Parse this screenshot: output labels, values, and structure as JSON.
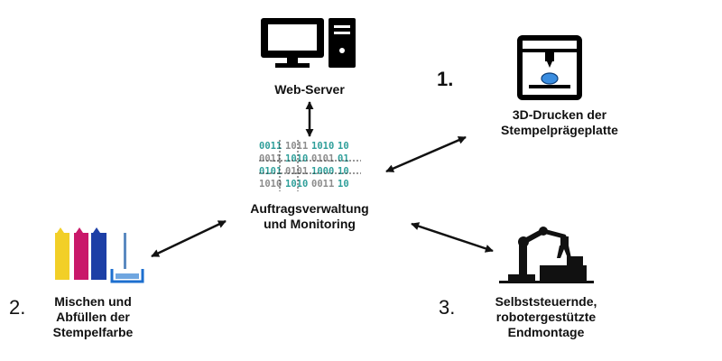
{
  "nodes": {
    "webserver": {
      "label": "Web-Server"
    },
    "control": {
      "label_line1": "Auftragsverwaltung",
      "label_line2": "und Monitoring"
    },
    "printing": {
      "step": "1.",
      "label_line1": "3D-Drucken der",
      "label_line2": "Stempelprägeplatte"
    },
    "mixing": {
      "step": "2.",
      "label_line1": "Mischen und",
      "label_line2": "Abfüllen der",
      "label_line3": "Stempelfarbe"
    },
    "assembly": {
      "step": "3.",
      "label_line1": "Selbststeuernde,",
      "label_line2": "robotergestützte",
      "label_line3": "Endmontage"
    }
  },
  "binary_rows": [
    "0011",
    "1011",
    "1010",
    "1010",
    "0011",
    "1010",
    "0101",
    "0101",
    "0101",
    "0101",
    "1000",
    "1010",
    "1010",
    "1010"
  ],
  "icons": {
    "webserver": "desktop-computer-icon",
    "control": "binary-data-icon",
    "printing": "3d-printer-icon",
    "mixing": "ink-tanks-icon",
    "assembly": "robot-arm-icon"
  },
  "colors": {
    "ink": "#111111",
    "binary_teal": "#2f9f9a",
    "binary_gray": "#8c8c8c",
    "tank_yellow": "#f2cf27",
    "tank_magenta": "#c9186a",
    "tank_blue": "#1d3fa6",
    "printer_blue": "#3a8de0"
  }
}
